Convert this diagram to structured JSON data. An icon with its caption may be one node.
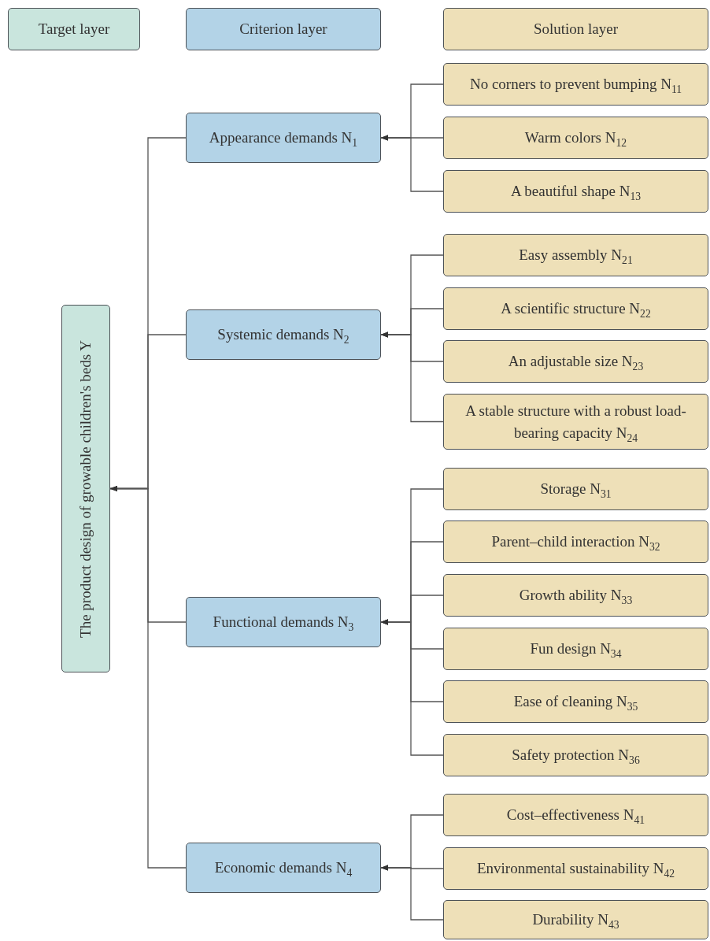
{
  "diagram": {
    "nodes": [
      {
        "text": [
          "Target layer"
        ]
      },
      {
        "text": [
          "Criterion layer"
        ]
      },
      {
        "text": [
          "Solution layer"
        ]
      },
      {
        "text": [
          "The product design of growable children's beds Y"
        ]
      },
      {
        "text": [
          "Appearance demands N$_{1}$"
        ]
      },
      {
        "text": [
          "No corners to prevent bumping N$_{11}$"
        ]
      },
      {
        "text": [
          "Warm colors N$_{12}$"
        ]
      },
      {
        "text": [
          "A beautiful shape N$_{13}$"
        ]
      },
      {
        "text": [
          "Systemic demands N$_{2}$"
        ]
      },
      {
        "text": [
          "Easy assembly N$_{21}$"
        ]
      },
      {
        "text": [
          "A scientific structure N$_{22}$"
        ]
      },
      {
        "text": [
          "An adjustable size N$_{23}$"
        ]
      },
      {
        "text": [
          "A stable structure with a robust load-bearing capacity N$_{24}$"
        ]
      },
      {
        "text": [
          "Functional demands N$_{3}$"
        ]
      },
      {
        "text": [
          "Storage N$_{31}$"
        ]
      },
      {
        "text": [
          "Parent–child interaction N$_{32}$"
        ]
      },
      {
        "text": [
          "Growth ability N$_{33}$"
        ]
      },
      {
        "text": [
          "Fun design N$_{34}$"
        ]
      },
      {
        "text": [
          "Ease of cleaning N$_{35}$"
        ]
      },
      {
        "text": [
          "Safety protection N$_{36}$"
        ]
      },
      {
        "text": [
          "Economic demands N$_{4}$"
        ]
      },
      {
        "text": [
          "Cost–effectiveness N$_{41}$"
        ]
      },
      {
        "text": [
          "Environmental sustainability N$_{42}$"
        ]
      },
      {
        "text": [
          "Durability N$_{43}$"
        ]
      }
    ],
    "edges": [
      {
        "from": 4,
        "to": 3,
        "arrow": "to"
      },
      {
        "from": 8,
        "to": 3,
        "arrow": "to"
      },
      {
        "from": 13,
        "to": 3,
        "arrow": "to"
      },
      {
        "from": 20,
        "to": 3,
        "arrow": "to"
      },
      {
        "from": 5,
        "to": 4,
        "arrow": "to"
      },
      {
        "from": 6,
        "to": 4,
        "arrow": "to"
      },
      {
        "from": 7,
        "to": 4,
        "arrow": "to"
      },
      {
        "from": 9,
        "to": 8,
        "arrow": "to"
      },
      {
        "from": 10,
        "to": 8,
        "arrow": "to"
      },
      {
        "from": 11,
        "to": 8,
        "arrow": "to"
      },
      {
        "from": 12,
        "to": 8,
        "arrow": "to"
      },
      {
        "from": 14,
        "to": 13,
        "arrow": "to"
      },
      {
        "from": 15,
        "to": 13,
        "arrow": "to"
      },
      {
        "from": 16,
        "to": 13,
        "arrow": "to"
      },
      {
        "from": 17,
        "to": 13,
        "arrow": "to"
      },
      {
        "from": 18,
        "to": 13,
        "arrow": "to"
      },
      {
        "from": 19,
        "to": 13,
        "arrow": "to"
      },
      {
        "from": 21,
        "to": 20,
        "arrow": "to"
      },
      {
        "from": 22,
        "to": 20,
        "arrow": "to"
      },
      {
        "from": 23,
        "to": 20,
        "arrow": "to"
      }
    ]
  }
}
